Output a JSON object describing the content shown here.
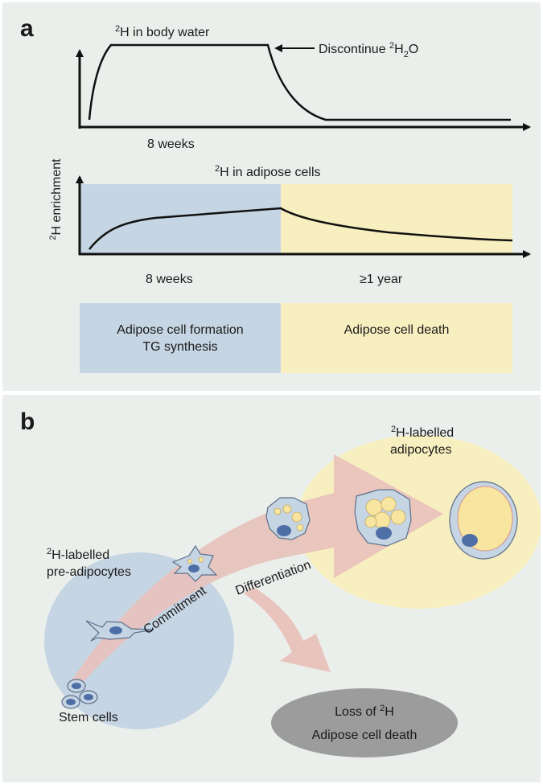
{
  "panel_a": {
    "letter": "a",
    "y_axis_label_sup": "2",
    "y_axis_label_rest": "H enrichment",
    "top_chart": {
      "title_sup": "2",
      "title_rest": "H in body water",
      "annotation_pre": "Discontinue ",
      "annotation_sup": "2",
      "annotation_mid": "H",
      "annotation_sub": "2",
      "annotation_post": "O",
      "x_label": "8 weeks"
    },
    "bottom_chart": {
      "title_sup": "2",
      "title_rest": "H in adipose cells",
      "x_label_left": "8 weeks",
      "x_label_right": "≥1 year"
    },
    "boxes": {
      "left_line1": "Adipose cell formation",
      "left_line2": "TG synthesis",
      "right_line1": "Adipose cell death"
    },
    "colors": {
      "blue": "#c6d5e3",
      "yellow": "#f8efc0",
      "background": "#ebefec"
    }
  },
  "panel_b": {
    "letter": "b",
    "adipocytes_label_sup": "2",
    "adipocytes_label_line1": "H-labelled",
    "adipocytes_label_line2": "adipocytes",
    "pre_adipocytes_label_sup": "2",
    "pre_adipocytes_label_line1": "H-labelled",
    "pre_adipocytes_label_line2": "pre-adipocytes",
    "differentiation_label": "Differentiation",
    "commitment_label": "Commitment",
    "stem_cells_label": "Stem cells",
    "loss_line1_pre": "Loss of ",
    "loss_line1_sup": "2",
    "loss_line1_post": "H",
    "loss_line2": "Adipose cell death",
    "colors": {
      "arrow": "#e8c1bb",
      "circle_blue": "#c6d5e3",
      "circle_yellow": "#f8efc0",
      "loss": "#9c9c9c"
    }
  }
}
